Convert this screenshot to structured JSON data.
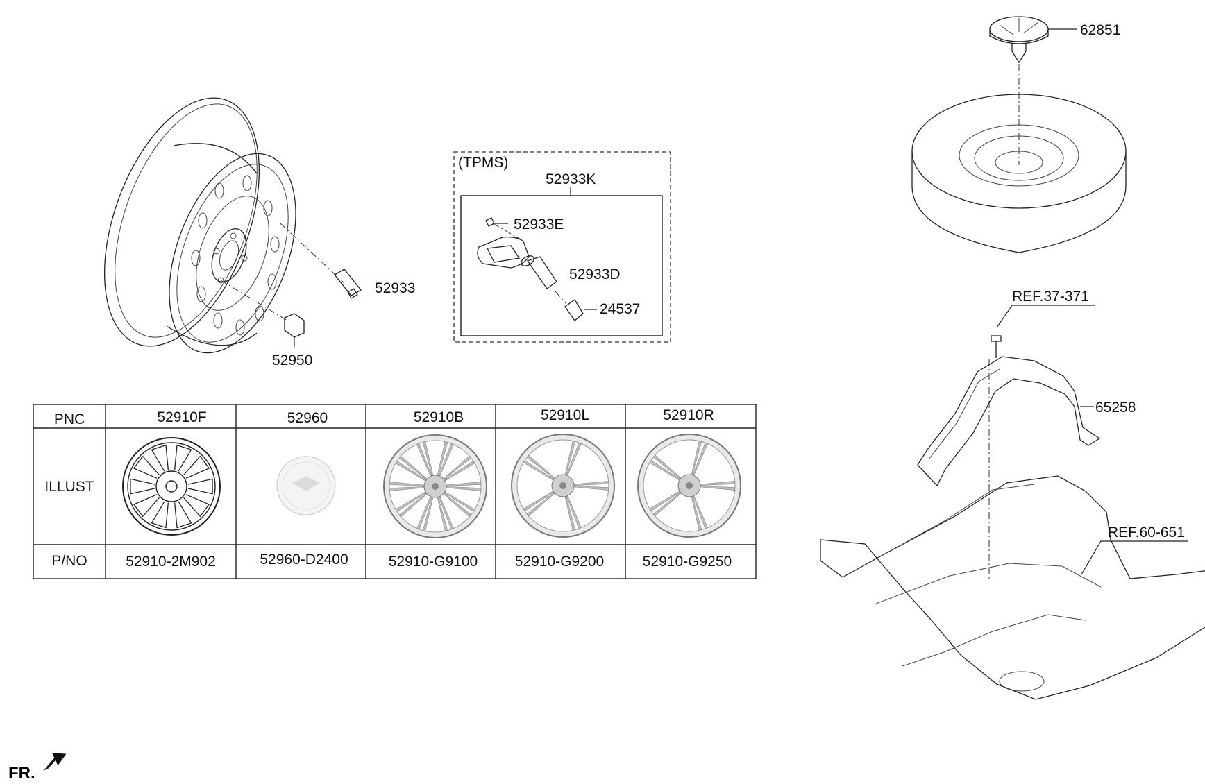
{
  "callouts": {
    "wheel_valve": "52933",
    "wheel_nut": "52950",
    "tpms_title": "(TPMS)",
    "tpms_assy": "52933K",
    "tpms_screw": "52933E",
    "tpms_valve": "52933D",
    "tpms_cap": "24537",
    "spare_holder": "62851",
    "bracket": "65258",
    "ref_bolt": "REF.37-371",
    "ref_floor": "REF.60-651",
    "front_indicator": "FR."
  },
  "table": {
    "row_headers": {
      "pnc": "PNC",
      "illust": "ILLUST",
      "pno": "P/NO"
    },
    "columns": [
      {
        "pnc": "52910F",
        "pno": "52910-2M902",
        "illust_icon": "steel-10-spoke-wheel-icon"
      },
      {
        "pnc": "52960",
        "pno": "52960-D2400",
        "illust_icon": "hub-cap-icon"
      },
      {
        "pnc": "52910B",
        "pno": "52910-G9100",
        "illust_icon": "multi-spoke-alloy-wheel-icon"
      },
      {
        "pnc": "52910L",
        "pno": "52910-G9200",
        "illust_icon": "split-spoke-alloy-wheel-left-icon"
      },
      {
        "pnc": "52910R",
        "pno": "52910-G9250",
        "illust_icon": "split-spoke-alloy-wheel-right-icon"
      }
    ]
  }
}
